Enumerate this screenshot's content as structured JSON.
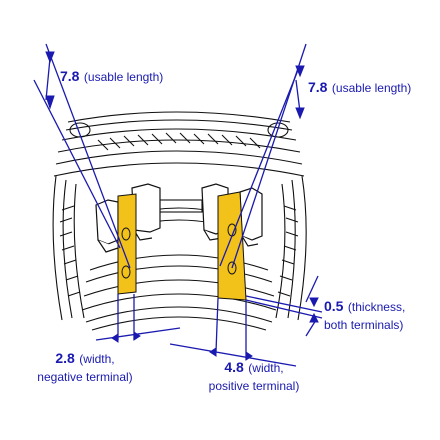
{
  "annotations": {
    "usable_left": {
      "value": "7.8",
      "note": "(usable length)"
    },
    "usable_right": {
      "value": "7.8",
      "note": "(usable length)"
    },
    "thickness": {
      "value": "0.5",
      "note_line1": "(thickness,",
      "note_line2": "both terminals)"
    },
    "width_neg": {
      "value": "2.8",
      "note_line1": "(width,",
      "note_line2": "negative terminal)"
    },
    "width_pos": {
      "value": "4.8",
      "note_line1": "(width,",
      "note_line2": "positive terminal)"
    }
  },
  "colors": {
    "dimension": "#1a1ab0",
    "terminal": "#f2c21b",
    "outline": "#111111"
  }
}
